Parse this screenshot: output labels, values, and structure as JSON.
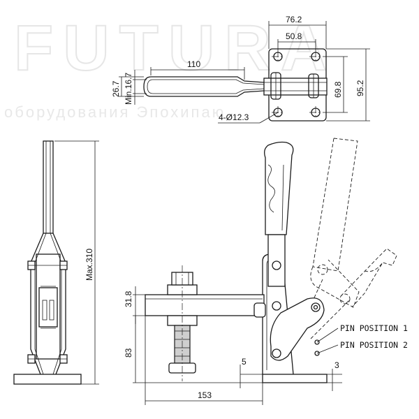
{
  "watermark": {
    "brand": "FUTURA",
    "tagline": "оборудования  Эпохипаю"
  },
  "dimensions": {
    "plate_width": "76.2",
    "hole_spacing_x": "50.8",
    "hole_spacing_y": "69.8",
    "plate_height": "95.2",
    "handle_length": "110",
    "handle_height": "26.7",
    "handle_min": "Min.16.7",
    "holes": "4-Ø12.3",
    "max_height": "Max.310",
    "arm_height": "31.8",
    "base_height": "83",
    "pin_offset": "5",
    "base_offset": "3",
    "total_length": "153"
  },
  "labels": {
    "pin_position_1": "PIN POSITION 1",
    "pin_position_2": "PIN POSITION 2"
  }
}
